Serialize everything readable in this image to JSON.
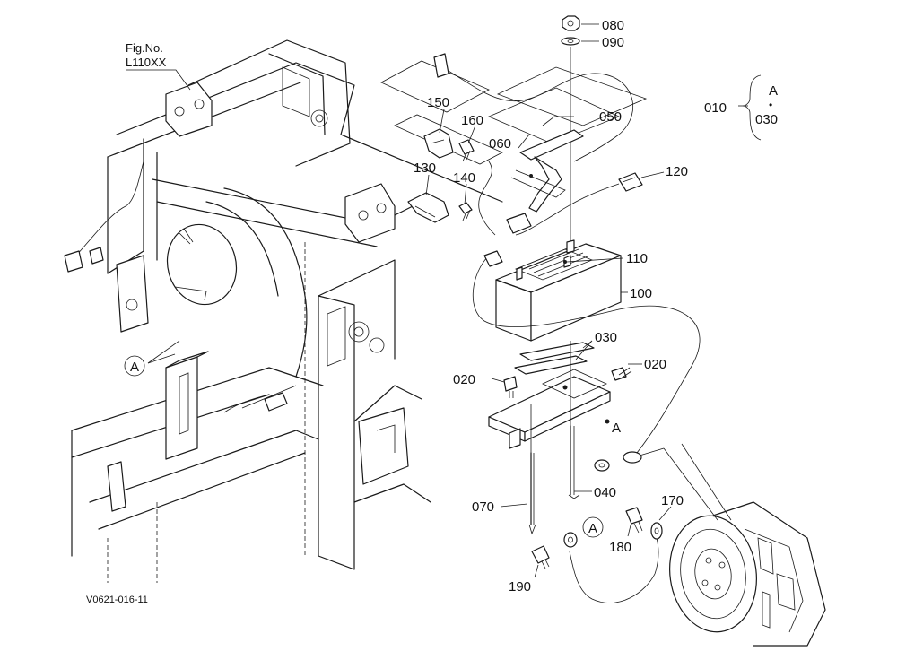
{
  "figure": {
    "fig_no_line1": "Fig.No.",
    "fig_no_line2": "L110XX",
    "footer_code": "V0621-016-11",
    "group_ref": {
      "code": "010",
      "letter": "A",
      "dot": "•",
      "sub": "030"
    },
    "view_marker_left": "A",
    "view_marker_bottom": "A",
    "plate_point_label": "A"
  },
  "callouts": [
    {
      "id": "080",
      "text": "080"
    },
    {
      "id": "090",
      "text": "090"
    },
    {
      "id": "050",
      "text": "050"
    },
    {
      "id": "060",
      "text": "060"
    },
    {
      "id": "150",
      "text": "150"
    },
    {
      "id": "160",
      "text": "160"
    },
    {
      "id": "130",
      "text": "130"
    },
    {
      "id": "140",
      "text": "140"
    },
    {
      "id": "120",
      "text": "120"
    },
    {
      "id": "110",
      "text": "110"
    },
    {
      "id": "100",
      "text": "100"
    },
    {
      "id": "030",
      "text": "030"
    },
    {
      "id": "020a",
      "text": "020"
    },
    {
      "id": "020b",
      "text": "020"
    },
    {
      "id": "040",
      "text": "040"
    },
    {
      "id": "070",
      "text": "070"
    },
    {
      "id": "170",
      "text": "170"
    },
    {
      "id": "180",
      "text": "180"
    },
    {
      "id": "190",
      "text": "190"
    }
  ],
  "colors": {
    "line": "#1a1a1a",
    "background": "#ffffff"
  }
}
